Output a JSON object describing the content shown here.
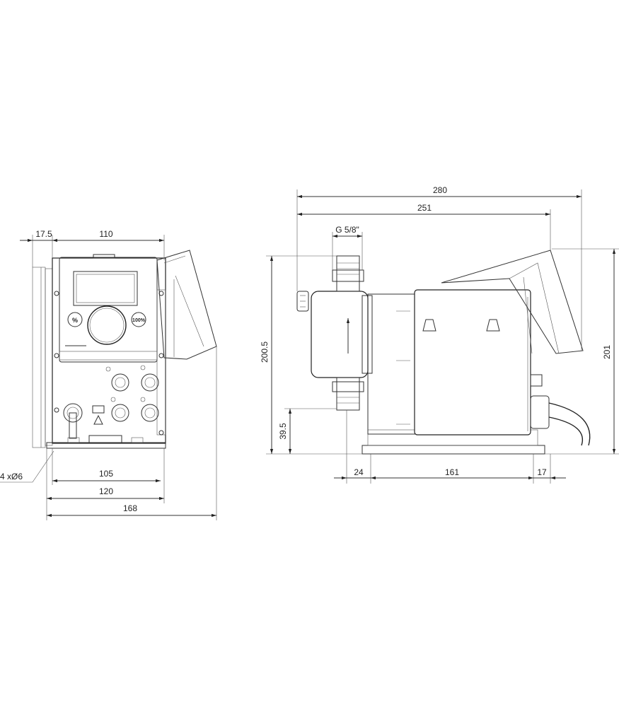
{
  "dimensions": {
    "front_offset": "17.5",
    "front_width": "110",
    "front_base_inner": "105",
    "front_base_mid": "120",
    "front_overall": "168",
    "mount_holes": "4 xØ6",
    "side_overall": "280",
    "side_length": "251",
    "port_thread": "G 5/8\"",
    "side_height_pump": "200.5",
    "side_height_total": "201",
    "inlet_height": "39.5",
    "port_offset": "24",
    "base_length": "161",
    "rear_offset": "17"
  },
  "panel": {
    "left_button": "%",
    "right_button": "100%"
  },
  "colors": {
    "line": "#222222",
    "background": "#ffffff"
  }
}
